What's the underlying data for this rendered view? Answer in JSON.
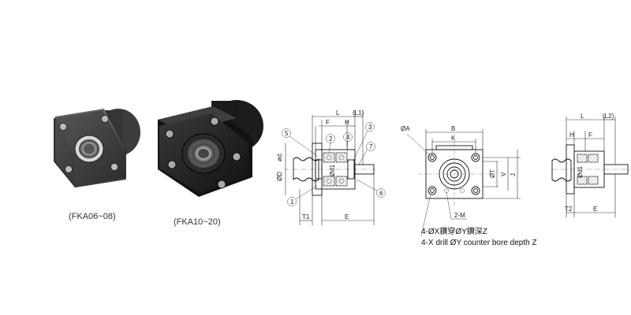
{
  "photos": {
    "small_caption": "(FKA06~08)",
    "large_caption": "(FKA10~20)"
  },
  "side_view": {
    "L": "L",
    "L1": "(L1)",
    "F": "F",
    "H": "H",
    "T1": "T1",
    "E": "E",
    "D": "ØD",
    "d": "ød",
    "d1": "Ød1",
    "callouts": [
      "1",
      "2",
      "3",
      "4",
      "5",
      "6",
      "7"
    ]
  },
  "front_view": {
    "A": "ØA",
    "B": "B",
    "K": "K",
    "DT": "ØT",
    "V": "V",
    "J": "J",
    "M": "2-M"
  },
  "right_view": {
    "L": "L",
    "L2": "(L2)",
    "H": "H",
    "F": "F",
    "d1": "Ød1",
    "T2": "T2",
    "E": "E"
  },
  "notes": {
    "line_cn": "4-ØX鑽穿ØY鑽深Z",
    "line_en": "4-X drill ØY counter bore depth Z"
  },
  "colors": {
    "block_dark": "#2b2b2b",
    "block_mid": "#4a4a4a",
    "line": "#222222"
  }
}
